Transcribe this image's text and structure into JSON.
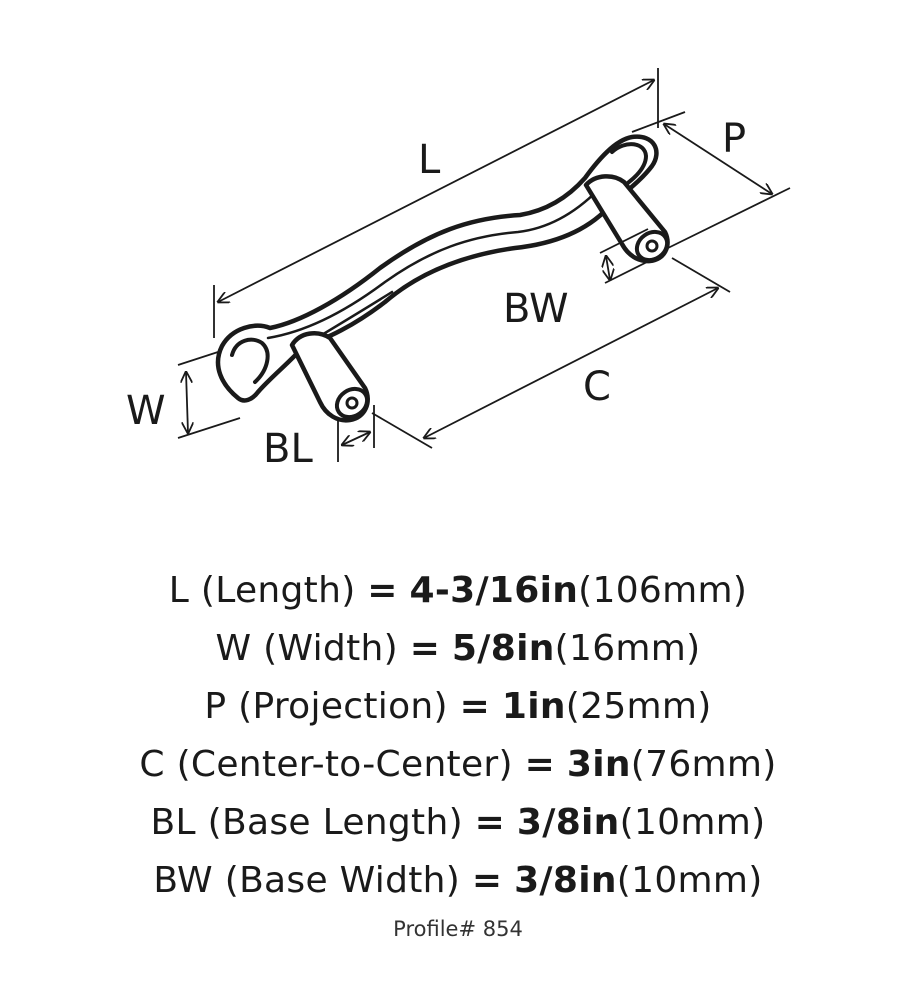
{
  "diagram": {
    "labels": {
      "L": "L",
      "P": "P",
      "BW": "BW",
      "C": "C",
      "W": "W",
      "BL": "BL"
    }
  },
  "specs": [
    {
      "code": "L",
      "name": "(Length)",
      "eq": "=",
      "imperial": "4-3/16in",
      "metric": "(106mm)"
    },
    {
      "code": "W",
      "name": "(Width)",
      "eq": "=",
      "imperial": "5/8in",
      "metric": "(16mm)"
    },
    {
      "code": "P",
      "name": "(Projection)",
      "eq": "=",
      "imperial": "1in",
      "metric": "(25mm)"
    },
    {
      "code": "C",
      "name": "(Center-to-Center)",
      "eq": "=",
      "imperial": "3in",
      "metric": "(76mm)"
    },
    {
      "code": "BL",
      "name": "(Base Length)",
      "eq": "=",
      "imperial": "3/8in",
      "metric": "(10mm)"
    },
    {
      "code": "BW",
      "name": "(Base Width)",
      "eq": "=",
      "imperial": "3/8in",
      "metric": "(10mm)"
    }
  ],
  "profile": "Profile# 854",
  "colors": {
    "ink": "#1a1a1a",
    "background": "#ffffff"
  }
}
